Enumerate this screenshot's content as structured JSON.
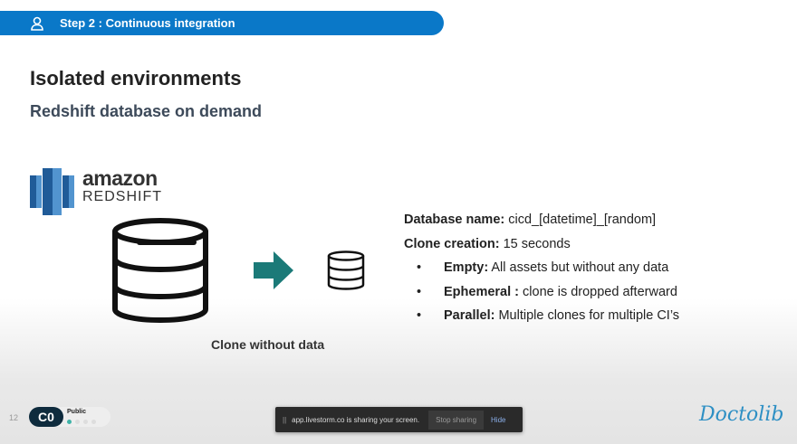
{
  "header": {
    "title": "Step 2 : Continuous integration",
    "icon": "user-group-icon"
  },
  "slide": {
    "title": "Isolated environments",
    "subtitle": "Redshift database on demand",
    "logo": {
      "line1": "amazon",
      "line2": "REDSHIFT"
    },
    "caption": "Clone without data",
    "db_name_label": "Database name:",
    "db_name_value": "cicd_[datetime]_[random]",
    "clone_label": "Clone creation:",
    "clone_value": "15 seconds",
    "bullets": [
      {
        "label": "Empty:",
        "text": "All assets but without any data"
      },
      {
        "label": "Ephemeral :",
        "text": "clone is dropped afterward"
      },
      {
        "label": "Parallel:",
        "text": "Multiple clones for multiple CI’s"
      }
    ],
    "arrow_color": "#1b7a78"
  },
  "footer": {
    "page": "12",
    "badge": "C0",
    "classification": "Public",
    "brand": "Doctolib"
  },
  "sharing_bar": {
    "message": "app.livestorm.co is sharing your screen.",
    "stop": "Stop sharing",
    "hide": "Hide"
  }
}
